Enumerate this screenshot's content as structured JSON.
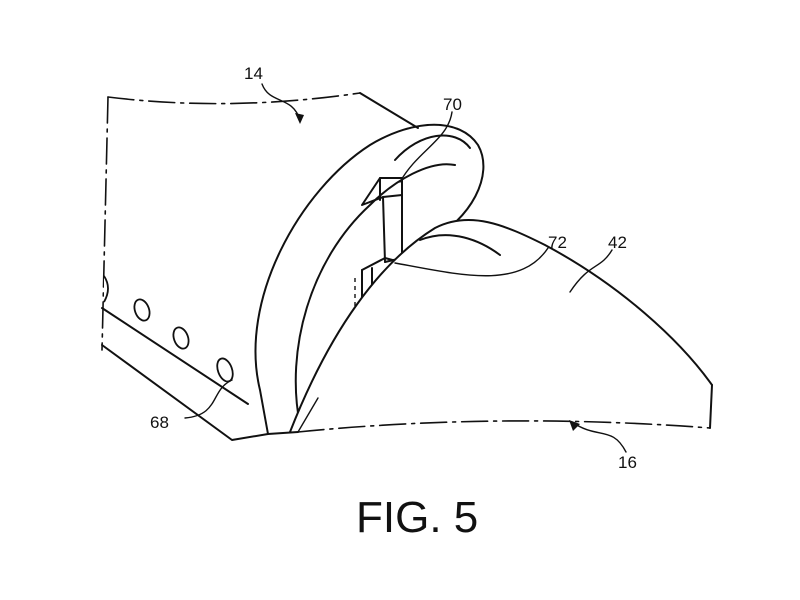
{
  "figure": {
    "caption": "FIG. 5",
    "reference_numerals": {
      "n14": "14",
      "n70": "70",
      "n72": "72",
      "n42": "42",
      "n68": "68",
      "n16": "16"
    }
  }
}
